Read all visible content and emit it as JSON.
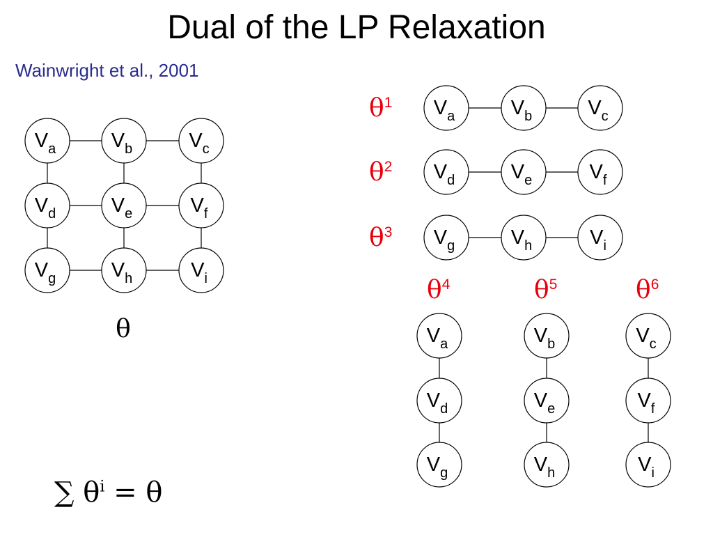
{
  "slide": {
    "title": "Dual of the LP Relaxation",
    "citation": "Wainwright et al., 2001"
  },
  "colors": {
    "text": "#000000",
    "citation": "#2b2b8f",
    "theta_highlight": "#e8000b",
    "node_stroke": "#000000",
    "node_fill": "#ffffff"
  },
  "grid": {
    "nodes": [
      {
        "id": "a",
        "base": "V",
        "sub": "a"
      },
      {
        "id": "b",
        "base": "V",
        "sub": "b"
      },
      {
        "id": "c",
        "base": "V",
        "sub": "c"
      },
      {
        "id": "d",
        "base": "V",
        "sub": "d"
      },
      {
        "id": "e",
        "base": "V",
        "sub": "e"
      },
      {
        "id": "f",
        "base": "V",
        "sub": "f"
      },
      {
        "id": "g",
        "base": "V",
        "sub": "g"
      },
      {
        "id": "h",
        "base": "V",
        "sub": "h"
      },
      {
        "id": "i",
        "base": "V",
        "sub": "i"
      }
    ],
    "edges": [
      [
        "a",
        "b"
      ],
      [
        "b",
        "c"
      ],
      [
        "d",
        "e"
      ],
      [
        "e",
        "f"
      ],
      [
        "g",
        "h"
      ],
      [
        "h",
        "i"
      ],
      [
        "a",
        "d"
      ],
      [
        "d",
        "g"
      ],
      [
        "b",
        "e"
      ],
      [
        "e",
        "h"
      ],
      [
        "c",
        "f"
      ],
      [
        "f",
        "i"
      ]
    ],
    "label": "θ"
  },
  "rows": [
    {
      "symbol": "θ",
      "sup": "1",
      "nodes": [
        {
          "base": "V",
          "sub": "a"
        },
        {
          "base": "V",
          "sub": "b"
        },
        {
          "base": "V",
          "sub": "c"
        }
      ]
    },
    {
      "symbol": "θ",
      "sup": "2",
      "nodes": [
        {
          "base": "V",
          "sub": "d"
        },
        {
          "base": "V",
          "sub": "e"
        },
        {
          "base": "V",
          "sub": "f"
        }
      ]
    },
    {
      "symbol": "θ",
      "sup": "3",
      "nodes": [
        {
          "base": "V",
          "sub": "g"
        },
        {
          "base": "V",
          "sub": "h"
        },
        {
          "base": "V",
          "sub": "i"
        }
      ]
    }
  ],
  "columns": [
    {
      "symbol": "θ",
      "sup": "4",
      "nodes": [
        {
          "base": "V",
          "sub": "a"
        },
        {
          "base": "V",
          "sub": "d"
        },
        {
          "base": "V",
          "sub": "g"
        }
      ]
    },
    {
      "symbol": "θ",
      "sup": "5",
      "nodes": [
        {
          "base": "V",
          "sub": "b"
        },
        {
          "base": "V",
          "sub": "e"
        },
        {
          "base": "V",
          "sub": "h"
        }
      ]
    },
    {
      "symbol": "θ",
      "sup": "6",
      "nodes": [
        {
          "base": "V",
          "sub": "c"
        },
        {
          "base": "V",
          "sub": "f"
        },
        {
          "base": "V",
          "sub": "i"
        }
      ]
    }
  ],
  "formula": {
    "sum": "∑",
    "theta": "θ",
    "sup": "i",
    "rhs": "= θ"
  }
}
